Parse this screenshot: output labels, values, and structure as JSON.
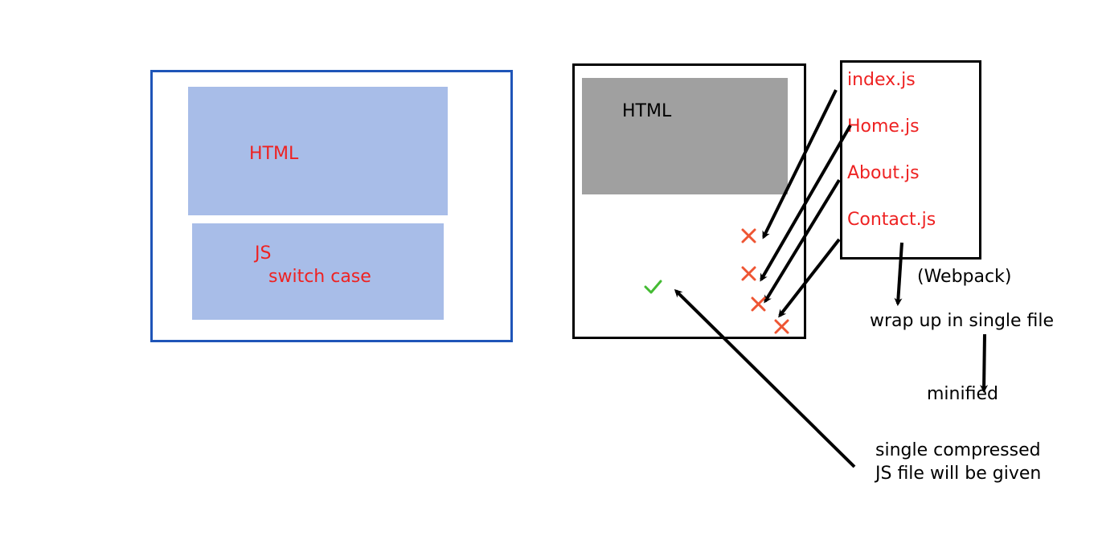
{
  "left_diagram": {
    "html_label": "HTML",
    "js_label": "JS",
    "switch_label": "switch case"
  },
  "right_diagram": {
    "html_label": "HTML",
    "files": [
      "index.js",
      "Home.js",
      "About.js",
      "Contact.js"
    ],
    "reject_mark_icon": "x-mark-icon",
    "accept_mark_icon": "check-mark-icon"
  },
  "pipeline": {
    "webpack_label": "(Webpack)",
    "wrap_label": "wrap up in single file",
    "minified_label": "minified",
    "result_line1": "single compressed",
    "result_line2": "JS file will be given"
  },
  "colors": {
    "red_text": "#ee2222",
    "blue_border": "#1f55b8",
    "light_blue_fill": "#a8bde8",
    "gray_fill": "#a0a0a0",
    "x_mark": "#ee5533",
    "check_mark": "#44bb33"
  }
}
